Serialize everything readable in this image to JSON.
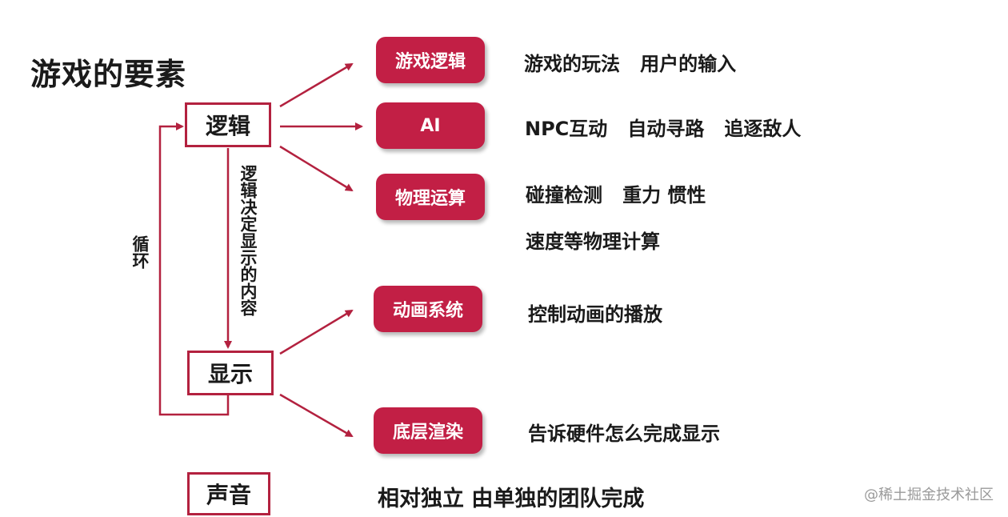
{
  "title": "游戏的要素",
  "boxes": {
    "logic": "逻辑",
    "display": "显示",
    "sound": "声音"
  },
  "flow_labels": {
    "loop": "循环",
    "logic_to_display": "逻辑决定显示的内容"
  },
  "modules": [
    {
      "label": "游戏逻辑",
      "desc": "游戏的玩法   用户的输入"
    },
    {
      "label": "AI",
      "desc": "NPC互动   自动寻路   追逐敌人"
    },
    {
      "label": "物理运算",
      "desc": "碰撞检测   重力 惯性",
      "desc2": "速度等物理计算"
    },
    {
      "label": "动画系统",
      "desc": "控制动画的播放"
    },
    {
      "label": "底层渲染",
      "desc": "告诉硬件怎么完成显示"
    }
  ],
  "sound_desc": "相对独立 由单独的团队完成",
  "watermark": "@稀土掘金技术社区",
  "colors": {
    "accent": "#c21f45",
    "outline": "#b3213f"
  }
}
